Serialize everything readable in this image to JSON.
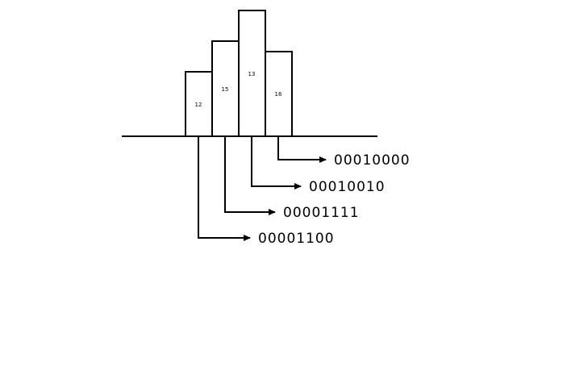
{
  "diagram": {
    "bars": [
      {
        "label": "12",
        "value": 12,
        "binary": "00001100"
      },
      {
        "label": "15",
        "value": 15,
        "binary": "00001111"
      },
      {
        "label": "13",
        "value": 13,
        "binary": "00010010"
      },
      {
        "label": "16",
        "value": 16,
        "binary": "00010000"
      }
    ],
    "colors": {
      "stroke": "#000000",
      "fill": "#ffffff"
    }
  }
}
